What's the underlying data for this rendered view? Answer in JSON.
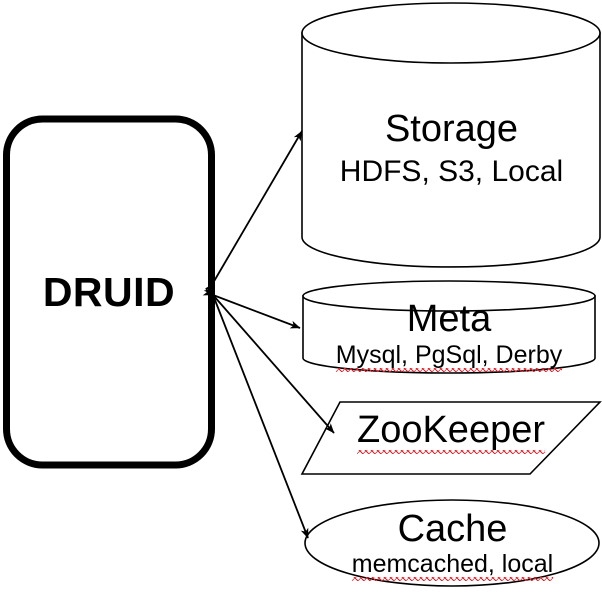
{
  "diagram": {
    "title": "Druid external dependencies diagram",
    "stroke_color": "#000000",
    "background": "#ffffff",
    "spellcheck_underline_color": "#e8202a"
  },
  "central_node": {
    "name": "druid-box",
    "label": "DRUID",
    "shape": "rounded-rectangle",
    "bold": true
  },
  "nodes": [
    {
      "id": "storage",
      "shape": "cylinder",
      "title": "Storage",
      "subtitle": "HDFS, S3, Local",
      "subtitle_misspelled": false
    },
    {
      "id": "meta",
      "shape": "cylinder",
      "title": "Meta",
      "subtitle": "Mysql, PgSql, Derby",
      "subtitle_misspelled": true,
      "misspelled_word": "Mysql"
    },
    {
      "id": "zookeeper",
      "shape": "parallelogram",
      "title": "ZooKeeper",
      "subtitle": "",
      "title_misspelled": true
    },
    {
      "id": "cache",
      "shape": "ellipse",
      "title": "Cache",
      "subtitle": "memcached, local",
      "subtitle_misspelled": true,
      "misspelled_word": "memcached"
    }
  ],
  "connections": [
    {
      "id": "druid-storage",
      "from": "druid-box",
      "to": "storage",
      "arrow": "bidirectional"
    },
    {
      "id": "druid-meta",
      "from": "druid-box",
      "to": "meta",
      "arrow": "bidirectional"
    },
    {
      "id": "druid-zookeeper",
      "from": "druid-box",
      "to": "zookeeper",
      "arrow": "bidirectional"
    },
    {
      "id": "druid-cache",
      "from": "druid-box",
      "to": "cache",
      "arrow": "bidirectional"
    }
  ]
}
